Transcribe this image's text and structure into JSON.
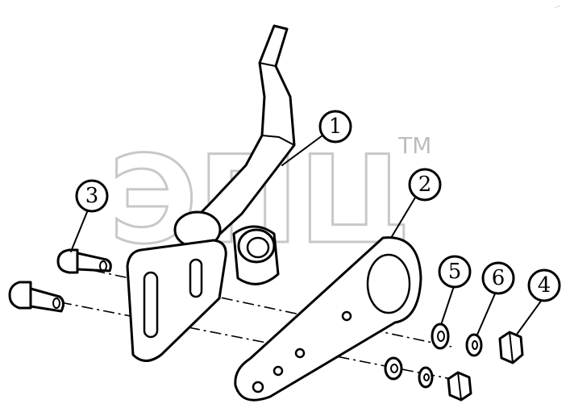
{
  "watermark": {
    "logo_text": "ЭПЦ",
    "trademark": "TM"
  },
  "corner_mark": ".-",
  "callouts": [
    {
      "id": "1",
      "label": "1"
    },
    {
      "id": "2",
      "label": "2"
    },
    {
      "id": "3",
      "label": "3"
    },
    {
      "id": "4",
      "label": "4"
    },
    {
      "id": "5",
      "label": "5"
    },
    {
      "id": "6",
      "label": "6"
    }
  ],
  "parts": {
    "lever": "lever",
    "plate": "bracket-plate",
    "bolts": [
      "bolt-short",
      "bolt-long"
    ],
    "washers": 2,
    "lock_washers": 2,
    "nuts": 2
  }
}
